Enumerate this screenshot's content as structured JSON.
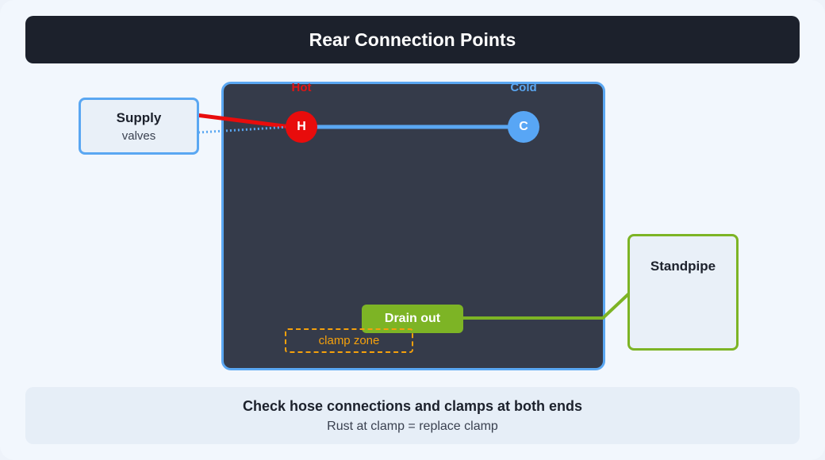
{
  "header": {
    "title": "Rear Connection Points"
  },
  "diagram": {
    "hot": {
      "label": "Hot",
      "port_letter": "H",
      "color": "#e31414"
    },
    "cold": {
      "label": "Cold",
      "port_letter": "C",
      "color": "#5aa7f2"
    },
    "supply": {
      "title": "Supply",
      "subtitle": "valves"
    },
    "drain": {
      "label": "Drain out",
      "color": "#7db425"
    },
    "standpipe": {
      "title": "Standpipe"
    },
    "clamp_zone": {
      "label": "clamp zone",
      "color": "#f5a10c"
    },
    "machine": {
      "fill": "#353b4a",
      "border": "#5aa7f2"
    }
  },
  "footer": {
    "title": "Check hose connections and clamps at both ends",
    "subtitle": "Rust at clamp = replace clamp"
  }
}
